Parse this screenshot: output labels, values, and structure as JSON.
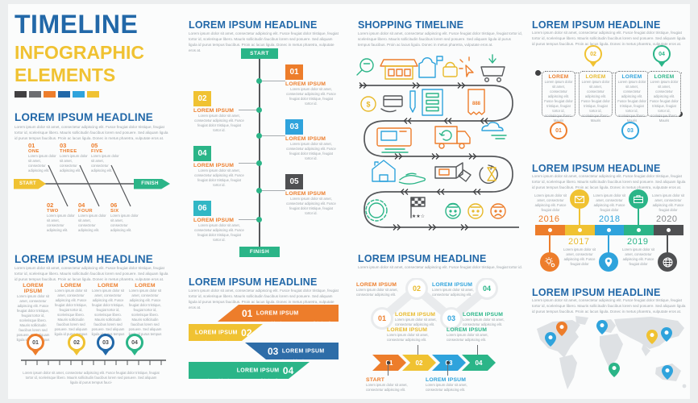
{
  "colors": {
    "blue": "#2268A8",
    "orange": "#ED7D2B",
    "yellow": "#F0C232",
    "green": "#2BB588",
    "cyan": "#2FA3DC",
    "teal": "#31B7C5",
    "dark": "#4F5052"
  },
  "cm": {
    "headline": "LOREM IPSUM HEADLINE",
    "label": "LOREM IPSUM",
    "para": "Lorem ipsum dolor sit amet, consectetur adipiscing elit. Fusce feugiat dolor tristique, feugiat tortor id, scelerisque libero. Mauris sollicitudin faucibus lorem sed posuere. Sed aliquam ligula id purus tempus faucibus. Proin ac lacus ligula. Donec in metus pharetra, vulputate eros at.",
    "item": "Lorem ipsum dolor sit amet, consectetur adipiscing elit.",
    "item4": "Lorem ipsum dolor sit amet, consectetur adipiscing elit. Fusce feugiat dolor tristique, feugiat tortor id."
  },
  "c1": {
    "title1": "TIMELINE",
    "title2": "INFOGRAPHIC",
    "title3": "ELEMENTS",
    "swatches": [
      "#414042",
      "#6D6E71",
      "#ED7D2B",
      "#2268A8",
      "#2FA3DC",
      "#F0C232"
    ],
    "fish": {
      "start": "START",
      "finish": "FINISH",
      "top": [
        {
          "n": "01",
          "w": "ONE"
        },
        {
          "n": "03",
          "w": "THREE"
        },
        {
          "n": "05",
          "w": "FIVE"
        }
      ],
      "bot": [
        {
          "n": "02",
          "w": "TWO"
        },
        {
          "n": "04",
          "w": "FOUR"
        },
        {
          "n": "06",
          "w": "SIX"
        }
      ]
    },
    "cols": {
      "h0": "LOREM IPSUM",
      "h1": "LOREM",
      "h2": "LOREM",
      "h3": "LOREM",
      "text": "Lorem ipsum dolor sit amet, consectetur adipiscing elit. Fusce feugiat dolor tristique, feugiat tortor id, scelerisque libero. Mauris sollicitudin faucibus lorem sed posuere. Sed aliquam ligula id purus tempus"
    },
    "pins": [
      "01",
      "02",
      "03",
      "04"
    ],
    "caption": "Lorem ipsum dolor sit amet, consectetur adipiscing elit. Fusce feugiat dolor tristique, feugiat tortor id, scelerisque libero. Mauris sollicitudin faucibus lorem sed posuere. Sed aliquam ligula id purus tempus fauci-"
  },
  "c2": {
    "start": "START",
    "finish": "FINISH",
    "items": [
      {
        "n": "01"
      },
      {
        "n": "02"
      },
      {
        "n": "03"
      },
      {
        "n": "04"
      },
      {
        "n": "05"
      },
      {
        "n": "06"
      }
    ],
    "banners": [
      {
        "n": "01"
      },
      {
        "n": "02"
      },
      {
        "n": "03"
      },
      {
        "n": "04"
      }
    ]
  },
  "c3": {
    "title": "SHOPPING TIMELINE",
    "icons": [
      "search",
      "store",
      "shopping-bag",
      "basket",
      "click-cursor",
      "add-to-cart",
      "money-coin",
      "credit-card-hand",
      "pen",
      "order-list",
      "invoice",
      "computer-desk",
      "delivery-truck",
      "clouds",
      "house",
      "hand-delivery",
      "package",
      "processing-hourglass",
      "quality-badge",
      "finish-flag",
      "happy-face",
      "neutral-face",
      "sad-face"
    ],
    "steps": [
      "01",
      "02",
      "03",
      "04"
    ],
    "chev": {
      "nums": [
        "01",
        "02",
        "03",
        "04"
      ],
      "start": "START"
    }
  },
  "c4": {
    "boxes": {
      "heads": [
        "LOREM",
        "LOREM",
        "LOREM",
        "LOREM"
      ],
      "text": "Lorem ipsum dolor sit amet, consectetur adipiscing elit. Fusce feugiat dolor tristique, feugiat tortor id, scelerisque libero. Mauris",
      "pins": [
        "02",
        "04"
      ],
      "dots": [
        "01",
        "03"
      ]
    },
    "years": {
      "labels": [
        "2016",
        "2017",
        "2018",
        "2019",
        "2020"
      ],
      "icons": [
        "gears",
        "envelope",
        "location-pin",
        "briefcase",
        "globe"
      ],
      "text": "Lorem ipsum dolor sit amet, consectetur adipiscing elit. Fusce feugiat dolor"
    },
    "map": {
      "pin_colors": [
        "#ED7D2B",
        "#2FA3DC",
        "#2FA3DC",
        "#F0C232",
        "#2FA3DC",
        "#2BB588",
        "#2FA3DC"
      ]
    }
  }
}
